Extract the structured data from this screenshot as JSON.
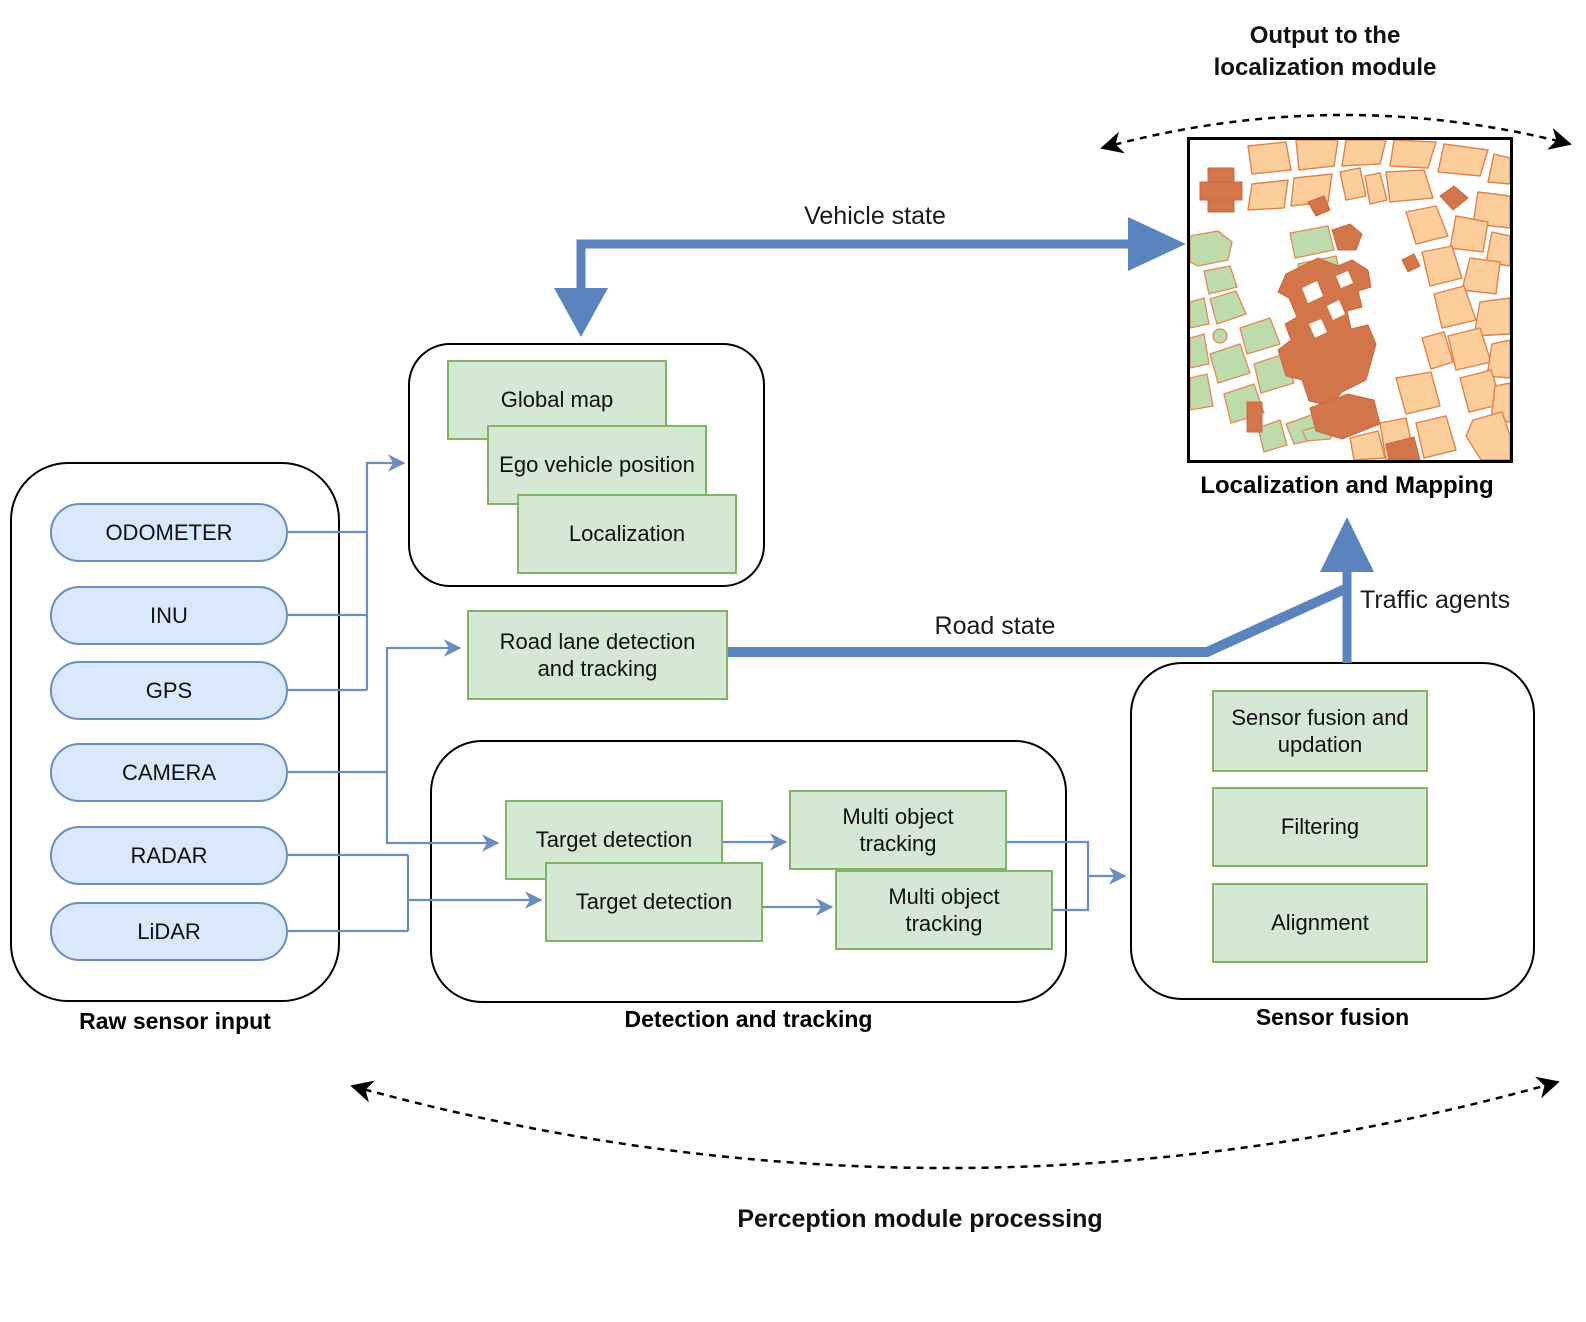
{
  "raw_sensor": {
    "container_label": "Raw sensor input",
    "sensors": [
      "ODOMETER",
      "INU",
      "GPS",
      "CAMERA",
      "RADAR",
      "LiDAR"
    ]
  },
  "localization_module": {
    "boxes": [
      "Global map",
      "Ego vehicle position",
      "Localization"
    ]
  },
  "road_lane_box": "Road lane detection and tracking",
  "detection": {
    "container_label": "Detection and tracking",
    "target_detection_1": "Target detection",
    "target_detection_2": "Target detection",
    "multi_object_tracking_1": "Multi object tracking",
    "multi_object_tracking_2": "Multi object tracking"
  },
  "fusion": {
    "container_label": "Sensor fusion",
    "boxes": [
      "Sensor fusion and updation",
      "Filtering",
      "Alignment"
    ]
  },
  "map": {
    "caption": "Localization and Mapping"
  },
  "labels": {
    "output_title": "Output to the localization module",
    "vehicle_state": "Vehicle state",
    "road_state": "Road state",
    "traffic_agents": "Traffic agents",
    "perception": "Perception module processing"
  },
  "colors": {
    "thick_arrow_blue": "#5b84be",
    "connector_blue": "#6c8ebf",
    "pill_fill": "#dae8fc",
    "pill_stroke": "#6c8ebf",
    "green_fill": "#d5e8d4",
    "green_stroke": "#82b366",
    "map_block_peach": "#fbce9b",
    "map_building_terracotta": "#d3754a",
    "map_park_green": "#bedcab",
    "outline_black": "#000000"
  }
}
